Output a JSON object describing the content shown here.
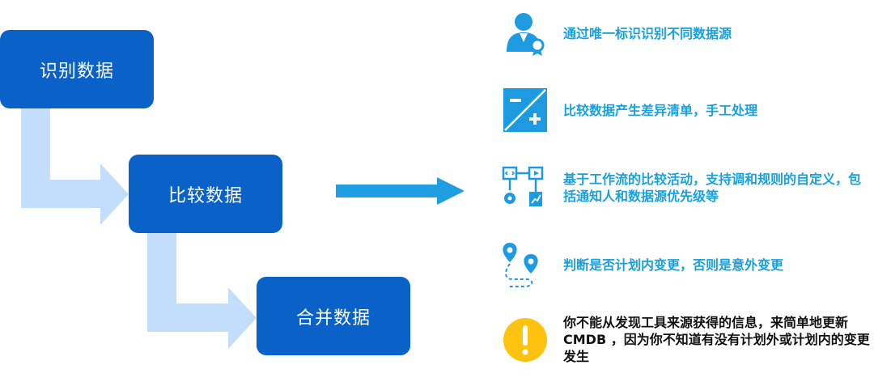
{
  "flow": {
    "steps": [
      {
        "label": "识别数据"
      },
      {
        "label": "比较数据"
      },
      {
        "label": "合并数据"
      }
    ]
  },
  "features": [
    {
      "icon": "person-certificate-icon",
      "text": "通过唯一标识识别不同数据源"
    },
    {
      "icon": "minus-plus-compare-icon",
      "text": "比较数据产生差异清单，手工处理"
    },
    {
      "icon": "workflow-icon",
      "text": "基于工作流的比较活动，支持调和规则的自定义，包括通知人和数据源优先级等"
    },
    {
      "icon": "location-route-icon",
      "text": "判断是否计划内变更，否则是意外变更"
    },
    {
      "icon": "exclamation-warning-icon",
      "text": "你不能从发现工具来源获得的信息，来简单地更新CMDB ，因为你不知道有没有计划外或计划内的变更发生"
    }
  ],
  "colors": {
    "step_box": "#0a62c8",
    "connector_arrow": "#c3defa",
    "main_arrow": "#1f9ee2",
    "feature_text": "#19a0de",
    "icon_blue": "#1e9ae0",
    "warning_yellow": "#ffc20e",
    "warning_text": "#111111"
  }
}
